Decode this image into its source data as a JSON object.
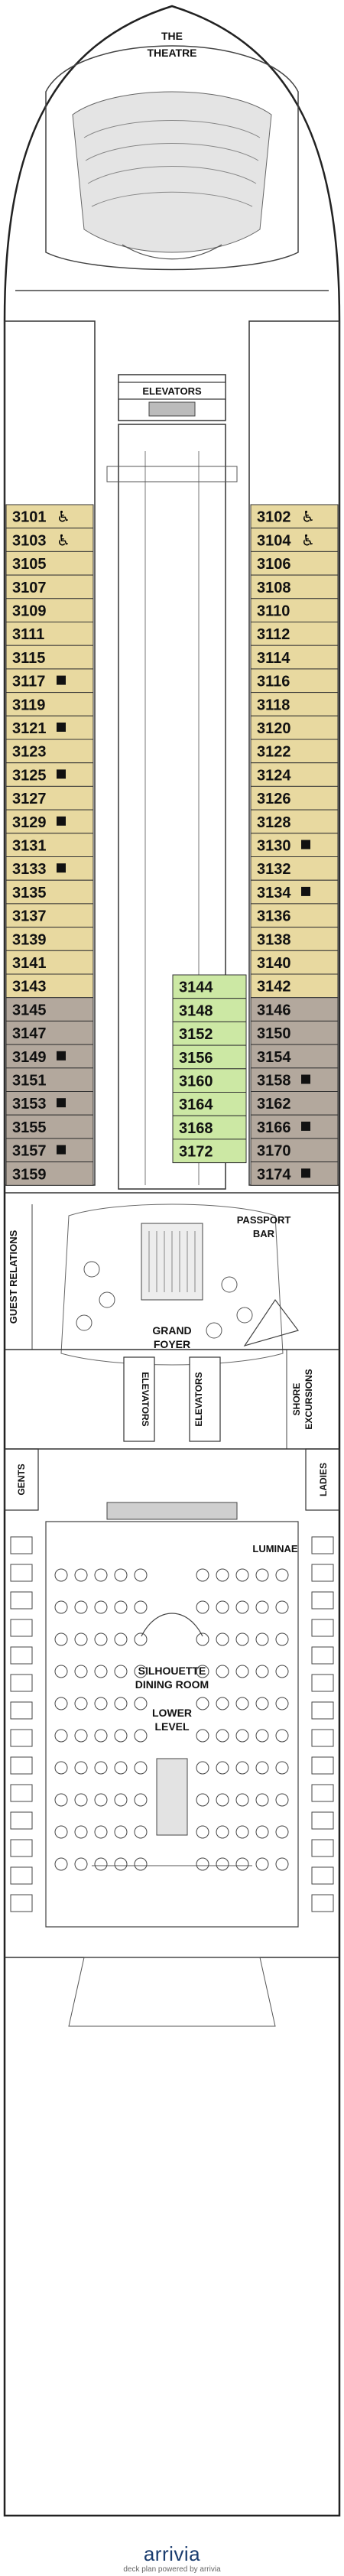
{
  "labels": {
    "theatre_1": "THE",
    "theatre_2": "THEATRE",
    "elevators_top": "ELEVATORS",
    "passport_1": "PASSPORT",
    "passport_2": "BAR",
    "foyer_1": "GRAND",
    "foyer_2": "FOYER",
    "guest_relations": "GUEST RELATIONS",
    "elevators_left": "ELEVATORS",
    "elevators_right": "ELEVATORS",
    "shore_1": "SHORE",
    "shore_2": "EXCURSIONS",
    "gents": "GENTS",
    "ladies": "LADIES",
    "luminae": "LUMINAE",
    "dining_1": "SILHOUETTE",
    "dining_2": "DINING ROOM",
    "dining_3": "LOWER",
    "dining_4": "LEVEL"
  },
  "footer": {
    "logo": "arrivia",
    "credit": "deck plan powered by arrivia"
  },
  "colors": {
    "standard": "#e8d9a0",
    "interior": "#b3a89d",
    "balcony_green": "#cce8a4"
  },
  "cabins": {
    "left": [
      {
        "num": "3101",
        "type": "standard",
        "icon": "accessible-icon"
      },
      {
        "num": "3103",
        "type": "standard",
        "icon": "accessible-icon"
      },
      {
        "num": "3105",
        "type": "standard",
        "icon": ""
      },
      {
        "num": "3107",
        "type": "standard",
        "icon": ""
      },
      {
        "num": "3109",
        "type": "standard",
        "icon": ""
      },
      {
        "num": "3111",
        "type": "standard",
        "icon": ""
      },
      {
        "num": "3115",
        "type": "standard",
        "icon": ""
      },
      {
        "num": "3117",
        "type": "standard",
        "icon": "connecting-icon"
      },
      {
        "num": "3119",
        "type": "standard",
        "icon": ""
      },
      {
        "num": "3121",
        "type": "standard",
        "icon": "connecting-icon"
      },
      {
        "num": "3123",
        "type": "standard",
        "icon": ""
      },
      {
        "num": "3125",
        "type": "standard",
        "icon": "connecting-icon"
      },
      {
        "num": "3127",
        "type": "standard",
        "icon": ""
      },
      {
        "num": "3129",
        "type": "standard",
        "icon": "connecting-icon"
      },
      {
        "num": "3131",
        "type": "standard",
        "icon": ""
      },
      {
        "num": "3133",
        "type": "standard",
        "icon": "connecting-icon"
      },
      {
        "num": "3135",
        "type": "standard",
        "icon": ""
      },
      {
        "num": "3137",
        "type": "standard",
        "icon": ""
      },
      {
        "num": "3139",
        "type": "standard",
        "icon": ""
      },
      {
        "num": "3141",
        "type": "standard",
        "icon": ""
      },
      {
        "num": "3143",
        "type": "standard",
        "icon": ""
      },
      {
        "num": "3145",
        "type": "interior",
        "icon": ""
      },
      {
        "num": "3147",
        "type": "interior",
        "icon": ""
      },
      {
        "num": "3149",
        "type": "interior",
        "icon": "connecting-icon"
      },
      {
        "num": "3151",
        "type": "interior",
        "icon": ""
      },
      {
        "num": "3153",
        "type": "interior",
        "icon": "connecting-icon"
      },
      {
        "num": "3155",
        "type": "interior",
        "icon": ""
      },
      {
        "num": "3157",
        "type": "interior",
        "icon": "connecting-icon"
      },
      {
        "num": "3159",
        "type": "interior",
        "icon": ""
      }
    ],
    "right": [
      {
        "num": "3102",
        "type": "standard",
        "icon": "accessible-icon"
      },
      {
        "num": "3104",
        "type": "standard",
        "icon": "accessible-icon"
      },
      {
        "num": "3106",
        "type": "standard",
        "icon": ""
      },
      {
        "num": "3108",
        "type": "standard",
        "icon": ""
      },
      {
        "num": "3110",
        "type": "standard",
        "icon": ""
      },
      {
        "num": "3112",
        "type": "standard",
        "icon": ""
      },
      {
        "num": "3114",
        "type": "standard",
        "icon": ""
      },
      {
        "num": "3116",
        "type": "standard",
        "icon": ""
      },
      {
        "num": "3118",
        "type": "standard",
        "icon": ""
      },
      {
        "num": "3120",
        "type": "standard",
        "icon": ""
      },
      {
        "num": "3122",
        "type": "standard",
        "icon": ""
      },
      {
        "num": "3124",
        "type": "standard",
        "icon": ""
      },
      {
        "num": "3126",
        "type": "standard",
        "icon": ""
      },
      {
        "num": "3128",
        "type": "standard",
        "icon": ""
      },
      {
        "num": "3130",
        "type": "standard",
        "icon": "connecting-icon"
      },
      {
        "num": "3132",
        "type": "standard",
        "icon": ""
      },
      {
        "num": "3134",
        "type": "standard",
        "icon": "connecting-icon"
      },
      {
        "num": "3136",
        "type": "standard",
        "icon": ""
      },
      {
        "num": "3138",
        "type": "standard",
        "icon": ""
      },
      {
        "num": "3140",
        "type": "standard",
        "icon": ""
      },
      {
        "num": "3142",
        "type": "standard",
        "icon": ""
      },
      {
        "num": "3146",
        "type": "interior",
        "icon": ""
      },
      {
        "num": "3150",
        "type": "interior",
        "icon": ""
      },
      {
        "num": "3154",
        "type": "interior",
        "icon": ""
      },
      {
        "num": "3158",
        "type": "interior",
        "icon": "connecting-icon"
      },
      {
        "num": "3162",
        "type": "interior",
        "icon": ""
      },
      {
        "num": "3166",
        "type": "interior",
        "icon": "connecting-icon"
      },
      {
        "num": "3170",
        "type": "interior",
        "icon": ""
      },
      {
        "num": "3174",
        "type": "interior",
        "icon": "connecting-icon"
      }
    ],
    "center": [
      {
        "num": "3144",
        "type": "balcony_green",
        "icon": ""
      },
      {
        "num": "3148",
        "type": "balcony_green",
        "icon": ""
      },
      {
        "num": "3152",
        "type": "balcony_green",
        "icon": ""
      },
      {
        "num": "3156",
        "type": "balcony_green",
        "icon": ""
      },
      {
        "num": "3160",
        "type": "balcony_green",
        "icon": ""
      },
      {
        "num": "3164",
        "type": "balcony_green",
        "icon": ""
      },
      {
        "num": "3168",
        "type": "balcony_green",
        "icon": ""
      },
      {
        "num": "3172",
        "type": "balcony_green",
        "icon": ""
      }
    ]
  }
}
